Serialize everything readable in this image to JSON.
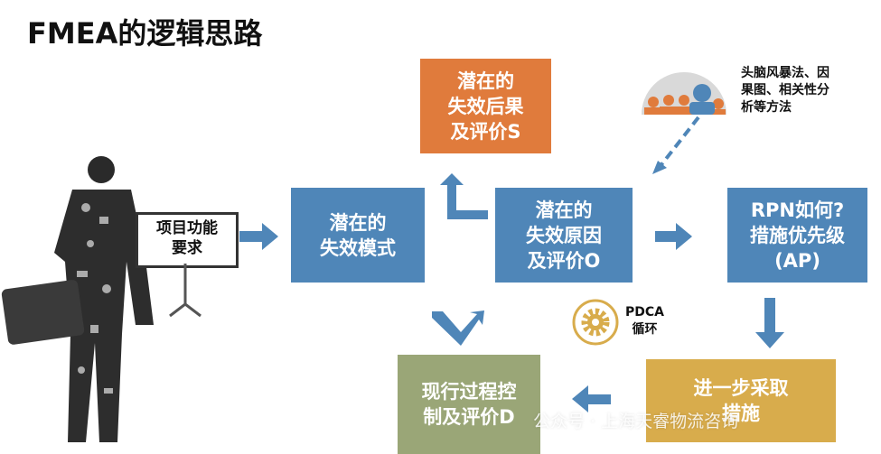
{
  "title": "FMEA的逻辑思路",
  "sign": "项目功能\n要求",
  "boxes": {
    "failure_effect": "潜在的\n失效后果\n及评价S",
    "failure_mode": "潜在的\n失效模式",
    "failure_cause": "潜在的\n失效原因\n及评价O",
    "rpn": "RPN如何?\n措施优先级\n(AP)",
    "further_action": "进一步采取\n措施",
    "current_control": "现行过程控\n制及评价D"
  },
  "methods_note": "头脑风暴法、因\n果图、相关性分\n析等方法",
  "pdca": "PDCA\n循环",
  "watermark": "公众号 · 上海天睿物流咨询",
  "colors": {
    "blue": "#4f86b8",
    "orange": "#e07b3c",
    "gold": "#d8ac4c",
    "green": "#9aa677"
  }
}
